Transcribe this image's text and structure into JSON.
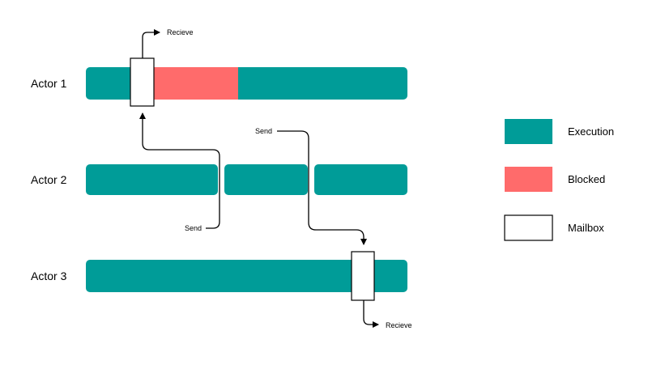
{
  "actors": [
    {
      "label": "Actor 1"
    },
    {
      "label": "Actor 2"
    },
    {
      "label": "Actor 3"
    }
  ],
  "messages": {
    "actor1_receive": "Recieve",
    "actor2_send": "Send",
    "actor1_send": "Send",
    "actor3_receive": "Recieve"
  },
  "legend": {
    "execution": "Execution",
    "blocked": "Blocked",
    "mailbox": "Mailbox"
  },
  "colors": {
    "execution": "#009c98",
    "blocked": "#ff6b6b",
    "mailbox_fill": "#ffffff",
    "mailbox_stroke": "#000000",
    "arrow": "#000000",
    "text": "#000000"
  }
}
